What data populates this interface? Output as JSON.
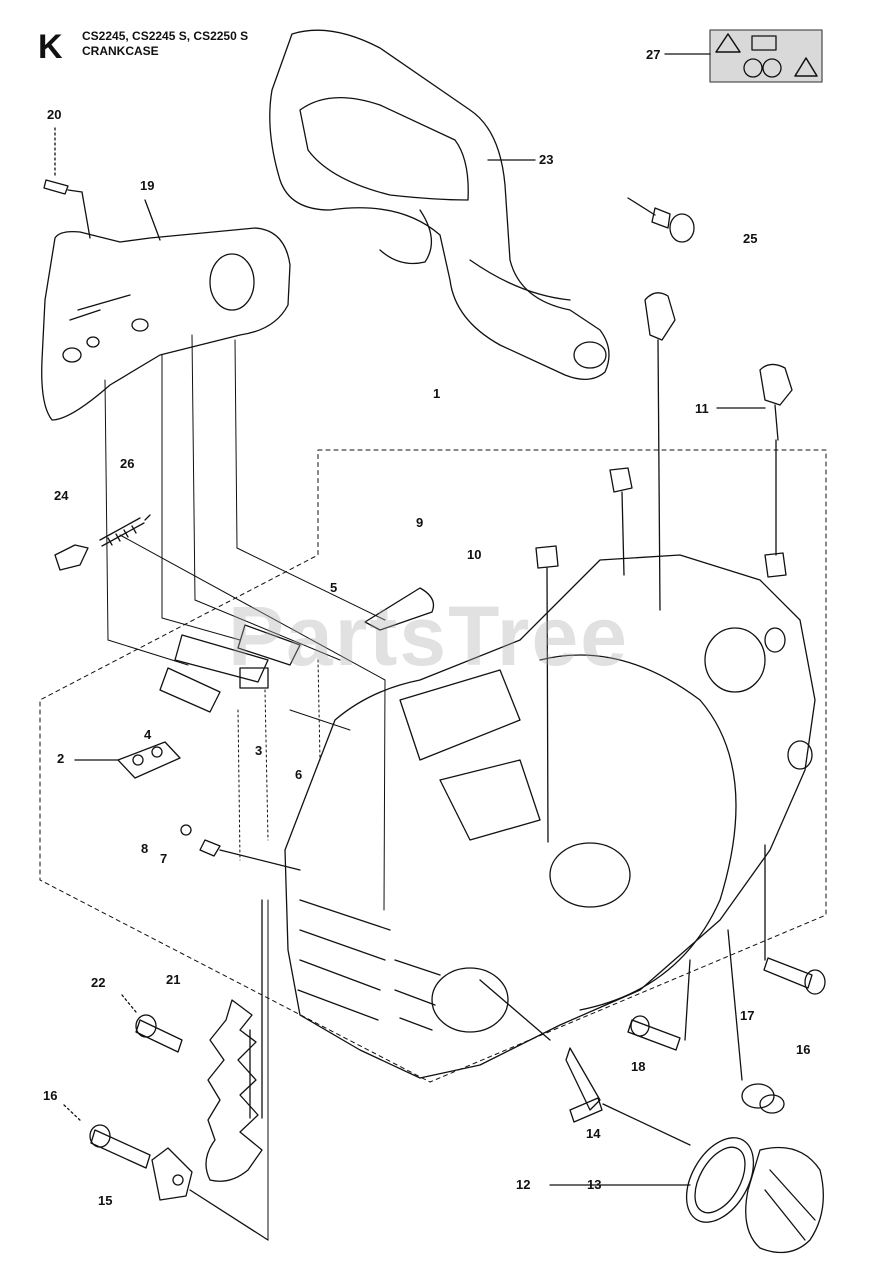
{
  "header": {
    "section_letter": "K",
    "models": "CS2245, CS2245 S, CS2250 S",
    "title": "CRANKCASE"
  },
  "watermark": "PartsTree",
  "callouts": [
    {
      "id": "c1",
      "label": "1"
    },
    {
      "id": "c2",
      "label": "2"
    },
    {
      "id": "c3",
      "label": "3"
    },
    {
      "id": "c4",
      "label": "4"
    },
    {
      "id": "c5",
      "label": "5"
    },
    {
      "id": "c6",
      "label": "6"
    },
    {
      "id": "c7",
      "label": "7"
    },
    {
      "id": "c8",
      "label": "8"
    },
    {
      "id": "c9",
      "label": "9"
    },
    {
      "id": "c10",
      "label": "10"
    },
    {
      "id": "c11",
      "label": "11"
    },
    {
      "id": "c12",
      "label": "12"
    },
    {
      "id": "c13",
      "label": "13"
    },
    {
      "id": "c14",
      "label": "14"
    },
    {
      "id": "c15",
      "label": "15"
    },
    {
      "id": "c16a",
      "label": "16"
    },
    {
      "id": "c16b",
      "label": "16"
    },
    {
      "id": "c17",
      "label": "17"
    },
    {
      "id": "c18",
      "label": "18"
    },
    {
      "id": "c19",
      "label": "19"
    },
    {
      "id": "c20",
      "label": "20"
    },
    {
      "id": "c21",
      "label": "21"
    },
    {
      "id": "c22",
      "label": "22"
    },
    {
      "id": "c23",
      "label": "23"
    },
    {
      "id": "c24",
      "label": "24"
    },
    {
      "id": "c25",
      "label": "25"
    },
    {
      "id": "c26",
      "label": "26"
    },
    {
      "id": "c27",
      "label": "27"
    }
  ],
  "colors": {
    "ink": "#111111",
    "paper": "#ffffff",
    "label_gray": "#d9d9d9"
  }
}
